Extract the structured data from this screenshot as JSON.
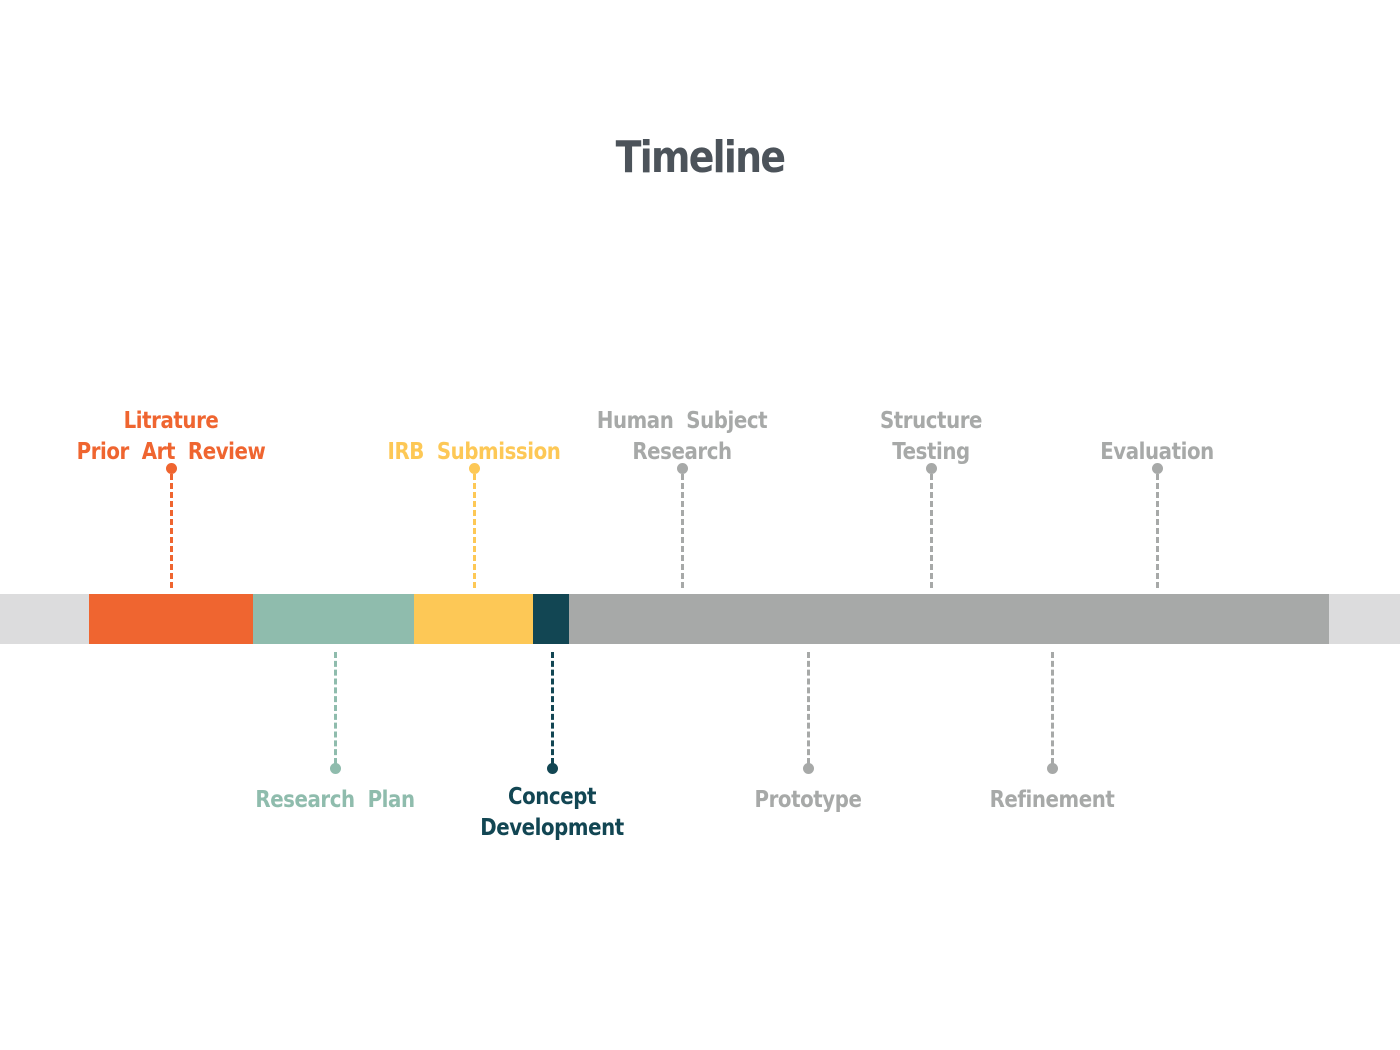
{
  "title": "Timeline",
  "colors": {
    "title": "#4c535a",
    "bar_background": "#dcdcdd",
    "orange": "#ef6530",
    "teal": "#8fbcad",
    "yellow": "#fdc856",
    "navy": "#124653",
    "gray": "#a7a9a8"
  },
  "phases": [
    {
      "label": "Litrature\nPrior  Art  Review",
      "color": "#ef6530",
      "side": "top"
    },
    {
      "label": "Research  Plan",
      "color": "#8fbcad",
      "side": "bottom"
    },
    {
      "label": "IRB  Submission",
      "color": "#fdc856",
      "side": "top"
    },
    {
      "label": "Concept\nDevelopment",
      "color": "#124653",
      "side": "bottom"
    },
    {
      "label": "Human  Subject\nResearch",
      "color": "#a7a9a8",
      "side": "top"
    },
    {
      "label": "Prototype",
      "color": "#a7a9a8",
      "side": "bottom"
    },
    {
      "label": "Structure\nTesting",
      "color": "#a7a9a8",
      "side": "top"
    },
    {
      "label": "Refinement",
      "color": "#a7a9a8",
      "side": "bottom"
    },
    {
      "label": "Evaluation",
      "color": "#a7a9a8",
      "side": "top"
    }
  ]
}
